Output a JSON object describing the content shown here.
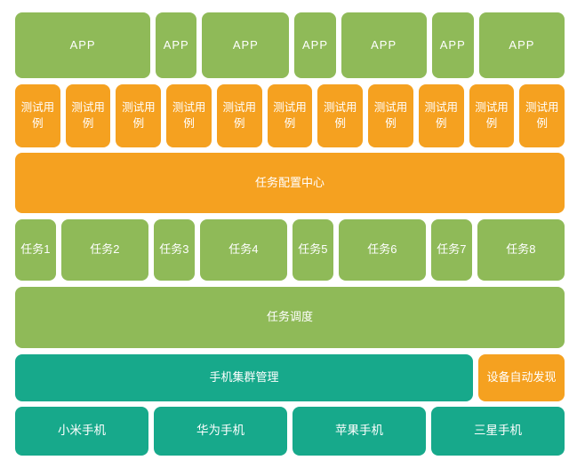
{
  "palette": {
    "green": "#8FBA58",
    "orange": "#F5A120",
    "teal": "#17A98B",
    "text": "#FFFFFF",
    "background": "#FFFFFF"
  },
  "rows": {
    "app": {
      "items": [
        "APP",
        "APP",
        "APP",
        "APP",
        "APP",
        "APP",
        "APP"
      ]
    },
    "test_cases": {
      "items": [
        "测试用例",
        "测试用例",
        "测试用例",
        "测试用例",
        "测试用例",
        "测试用例",
        "测试用例",
        "测试用例",
        "测试用例",
        "测试用例",
        "测试用例"
      ]
    },
    "task_config": {
      "label": "任务配置中心"
    },
    "tasks": {
      "items": [
        "任务1",
        "任务2",
        "任务3",
        "任务4",
        "任务5",
        "任务6",
        "任务7",
        "任务8"
      ]
    },
    "scheduler": {
      "label": "任务调度"
    },
    "cluster": {
      "label": "手机集群管理"
    },
    "discovery": {
      "label": "设备自动发现"
    },
    "phones": {
      "items": [
        "小米手机",
        "华为手机",
        "苹果手机",
        "三星手机"
      ]
    }
  }
}
